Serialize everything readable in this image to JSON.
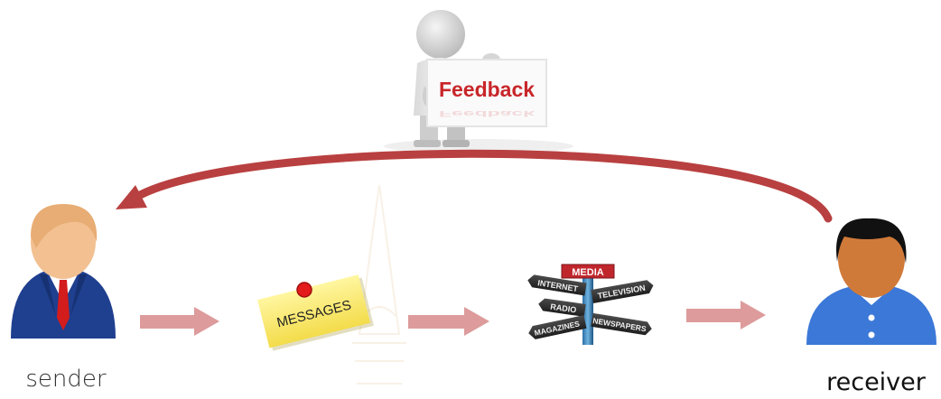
{
  "feedback": {
    "sign_text": "Feedback"
  },
  "message": {
    "note_text": "MESSAGES"
  },
  "media": {
    "top_sign": "MEDIA",
    "signs": [
      "INTERNET",
      "TELEVISION",
      "RADIO",
      "MAGAZINES",
      "NEWSPAPERS"
    ]
  },
  "people": {
    "sender_label": "sender",
    "receiver_label": "receiver"
  },
  "colors": {
    "feedback_arrow": "#b94040",
    "flow_arrow": "#dd9b9b",
    "sender_suit": "#1f3f8f",
    "receiver_shirt": "#3c78d8",
    "tie": "#d31c1c"
  }
}
